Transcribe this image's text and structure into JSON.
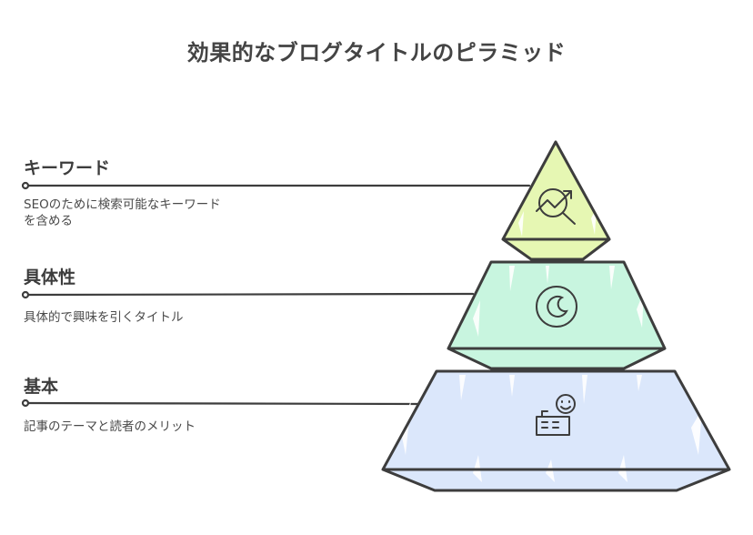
{
  "title": "効果的なブログタイトルのピラミッド",
  "levels": [
    {
      "label": "キーワード",
      "desc_line1": "SEOのために検索可能なキーワード",
      "desc_line2": "を含める",
      "icon": "trend-search-icon",
      "color": "#e6f7b3"
    },
    {
      "label": "具体性",
      "desc_line1": "具体的で興味を引くタイトル",
      "icon": "target-icon",
      "color": "#c8f5df"
    },
    {
      "label": "基本",
      "desc_line1": "記事のテーマと読者のメリット",
      "icon": "reader-benefit-icon",
      "color": "#dbe7fb"
    }
  ]
}
